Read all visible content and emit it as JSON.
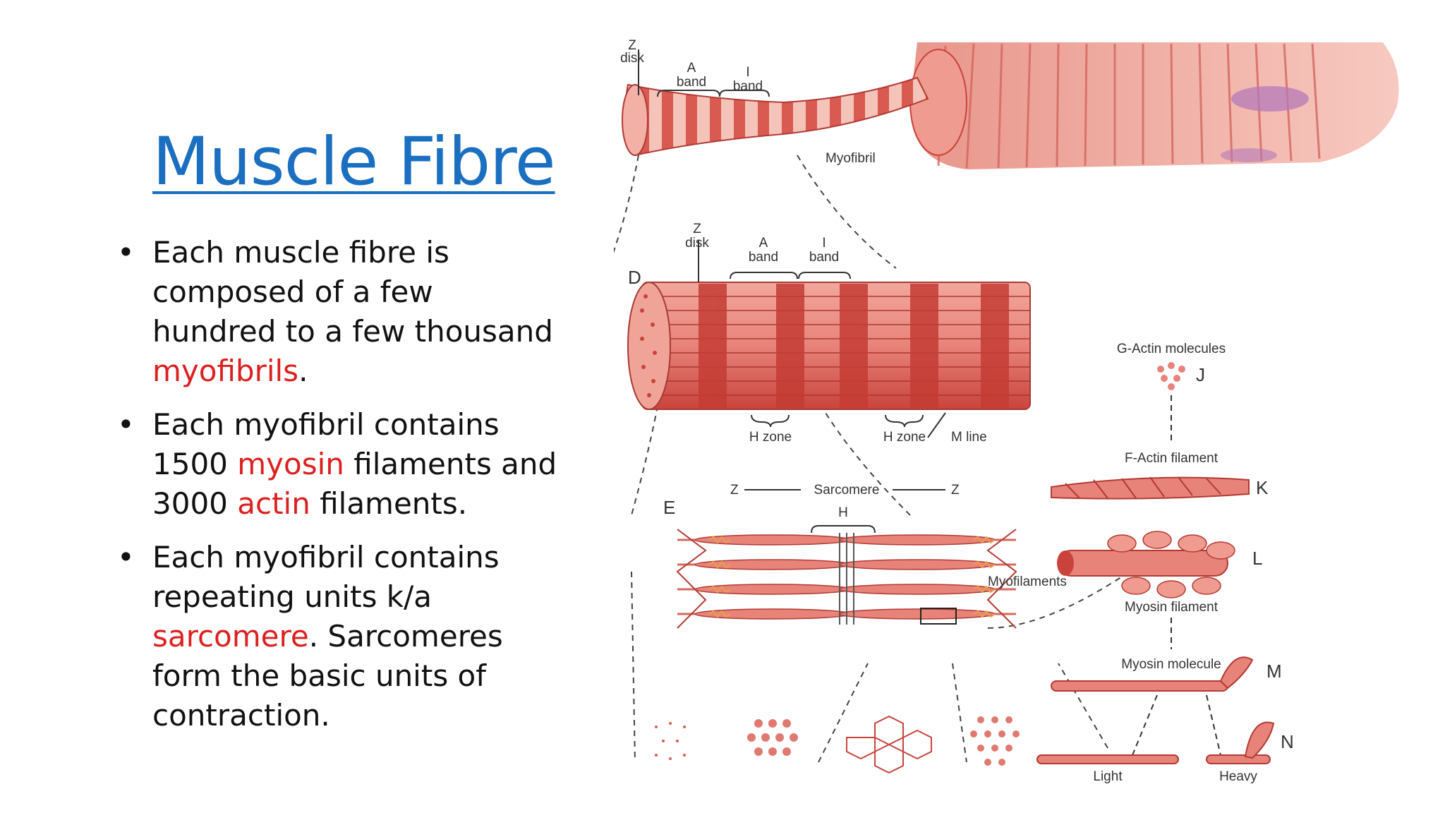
{
  "slide": {
    "title": "Muscle Fibre",
    "bullets": [
      {
        "parts": [
          "Each muscle fibre is composed of a few hundred to a few thousand ",
          "myofibrils",
          "."
        ]
      },
      {
        "parts": [
          "Each myofibril contains 1500 ",
          "myosin",
          " filaments and 3000 ",
          "actin",
          " filaments."
        ]
      },
      {
        "parts": [
          "Each myofibril contains repeating units k/a ",
          "sarcomere",
          ". Sarcomeres form the basic units of contraction."
        ]
      }
    ]
  },
  "figure": {
    "top": {
      "z_disk": "Z disk",
      "a_band": "A band",
      "i_band": "I band",
      "myofibril": "Myofibril"
    },
    "D": {
      "letter": "D",
      "z_disk": "Z disk",
      "a_band": "A band",
      "i_band": "I band",
      "h_zone_1": "H zone",
      "h_zone_2": "H zone",
      "m_line": "M line"
    },
    "E": {
      "letter": "E",
      "z_left": "Z",
      "sarcomere": "Sarcomere",
      "z_right": "Z",
      "h": "H",
      "myofilaments": "Myofilaments"
    },
    "right": {
      "g_actin": "G-Actin molecules",
      "J": "J",
      "f_actin": "F-Actin filament",
      "K": "K",
      "L": "L",
      "myosin_filament": "Myosin filament",
      "myosin_molecule": "Myosin molecule",
      "M": "M",
      "N": "N",
      "light": "Light",
      "heavy": "Heavy"
    },
    "colors": {
      "muscle": "#e8837a",
      "muscle_dark": "#c9433c",
      "muscle_light": "#f6c4ba",
      "outline": "#333333"
    }
  }
}
